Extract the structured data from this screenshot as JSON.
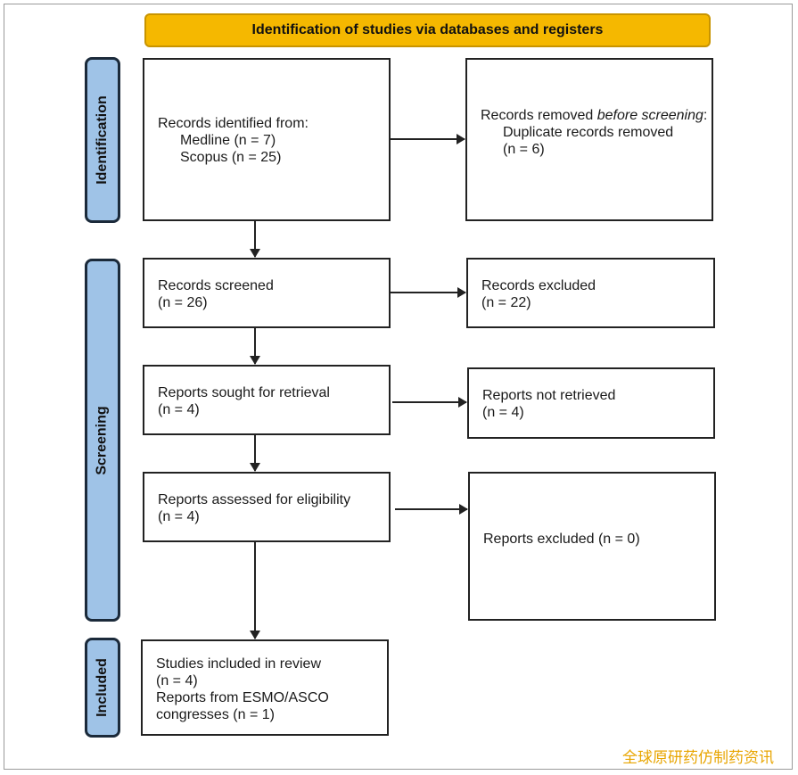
{
  "header": {
    "title": "Identification of studies via databases and registers"
  },
  "phases": {
    "identification": "Identification",
    "screening": "Screening",
    "included": "Included"
  },
  "identified": {
    "title": "Records identified from:",
    "medline": "Medline (n = 7)",
    "scopus": "Scopus (n = 25)"
  },
  "removed": {
    "prefix": "Records removed ",
    "italic": "before screening",
    "suffix": ":",
    "detail": "Duplicate records removed",
    "count": "(n = 6)"
  },
  "screened": {
    "title": "Records screened",
    "count": "(n = 26)"
  },
  "excluded": {
    "title": "Records excluded",
    "count": "(n = 22)"
  },
  "sought": {
    "title": "Reports sought for retrieval",
    "count": "(n = 4)"
  },
  "not_retrieved": {
    "title": "Reports not retrieved",
    "count": "(n = 4)"
  },
  "assessed": {
    "title": "Reports assessed for eligibility",
    "count": "(n = 4)"
  },
  "reports_excluded": {
    "title": "Reports excluded (n = 0)"
  },
  "included": {
    "title": "Studies included in review",
    "count": "(n = 4)",
    "congress": "Reports from ESMO/ASCO",
    "congress_count": "congresses (n = 1)"
  },
  "watermark": "全球原研药仿制药资讯",
  "colors": {
    "header_fill": "#f5b800",
    "phase_fill": "#9fc3e7",
    "watermark": "#e8a500"
  }
}
